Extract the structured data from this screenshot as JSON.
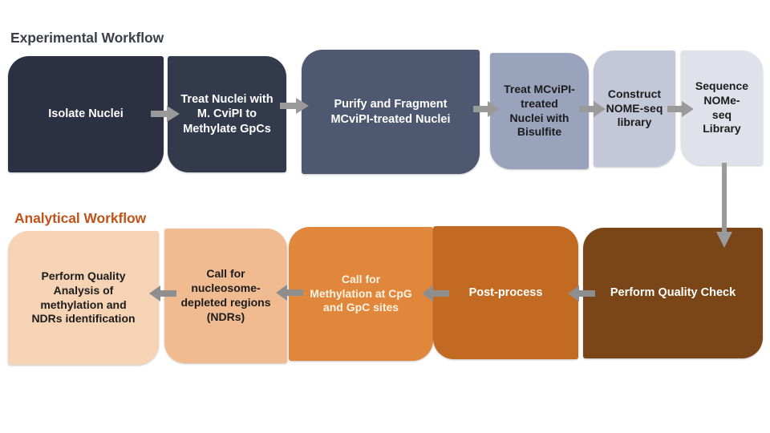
{
  "diagram": {
    "background_color": "#ffffff",
    "arrow_color": "#9a9a9a",
    "sections": [
      {
        "key": "experimental",
        "title": "Experimental Workflow",
        "title_color": "#3c3f4a"
      },
      {
        "key": "analytical",
        "title": "Analytical Workflow",
        "title_color": "#c0531a"
      }
    ]
  },
  "experimental_workflow": {
    "title": "Experimental Workflow",
    "flow_direction": "left-to-right",
    "nodes": [
      {
        "id": "isolate-nuclei",
        "label": "Isolate Nuclei",
        "fill": "#2b3143",
        "text_color": "#ffffff",
        "font_size": "14.5px"
      },
      {
        "id": "treat-nuclei-mcvipi",
        "label": "Treat Nuclei with\nM. CviPI to\nMethylate GpCs",
        "fill": "#333a4c",
        "text_color": "#ffffff",
        "font_size": "14.5px"
      },
      {
        "id": "purify-fragment",
        "label": "Purify and Fragment\nMCviPI-treated Nuclei",
        "fill": "#4e5871",
        "text_color": "#ffffff",
        "font_size": "14.5px"
      },
      {
        "id": "treat-bisulfite",
        "label": "Treat MCviPI-\ntreated\nNuclei with\nBisulfite",
        "fill": "#9aa3bc",
        "text_color": "#1c1c1c",
        "font_size": "14px"
      },
      {
        "id": "construct-library",
        "label": "Construct\nNOME-seq\nlibrary",
        "fill": "#c3c8d9",
        "text_color": "#1c1c1c",
        "font_size": "14px"
      },
      {
        "id": "sequence-library",
        "label": "Sequence\nNOMe-\nseq\nLibrary",
        "fill": "#dfe2ea",
        "text_color": "#1c1c1c",
        "font_size": "14px"
      }
    ]
  },
  "analytical_workflow": {
    "title": "Analytical Workflow",
    "flow_direction": "right-to-left",
    "nodes": [
      {
        "id": "perform-quality-analysis",
        "label": "Perform Quality\nAnalysis of\nmethylation and\nNDRs identification",
        "fill": "#f6d3b4",
        "text_color": "#1c1c1c",
        "font_size": "14px"
      },
      {
        "id": "call-ndrs",
        "label": "Call for\nnucleosome-\ndepleted regions\n(NDRs)",
        "fill": "#f0bb91",
        "text_color": "#1c1c1c",
        "font_size": "14px"
      },
      {
        "id": "call-methylation",
        "label": "Call for\nMethylation at CpG\nand GpC sites",
        "fill": "#e0873b",
        "text_color": "#fdf2e4",
        "font_size": "14px"
      },
      {
        "id": "post-process",
        "label": "Post-process",
        "fill": "#c26a22",
        "text_color": "#ffffff",
        "font_size": "14.5px"
      },
      {
        "id": "perform-quality-check",
        "label": "Perform Quality Check",
        "fill": "#7b4617",
        "text_color": "#ffffff",
        "font_size": "14.5px"
      }
    ]
  },
  "connectors": {
    "experimental_to_analytical": {
      "id": "sequence-to-quality-check",
      "direction": "down",
      "from": "sequence-library",
      "to": "perform-quality-check"
    }
  }
}
